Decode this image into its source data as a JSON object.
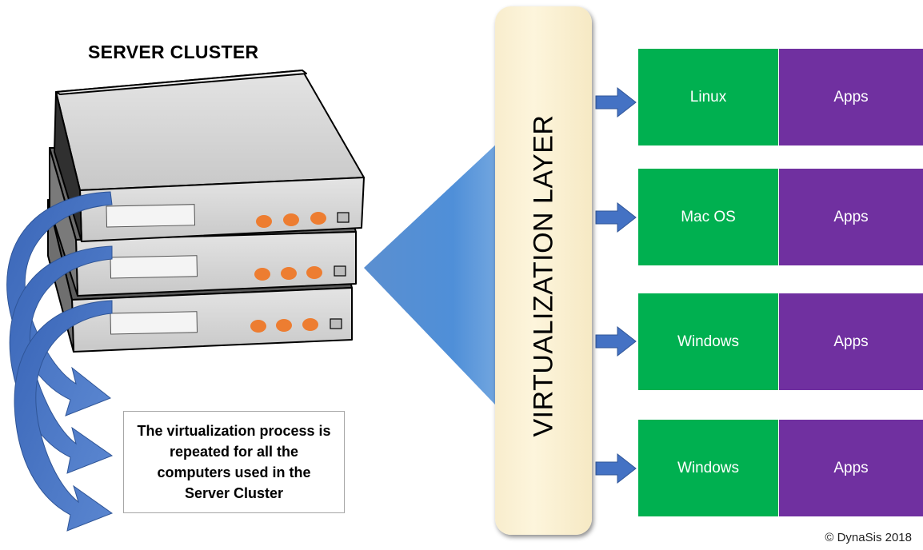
{
  "diagram": {
    "title": "SERVER CLUSTER",
    "virtualization_layer_label": "VIRTUALIZATION LAYER",
    "vms": [
      {
        "os": "Linux",
        "apps": "Apps"
      },
      {
        "os": "Mac OS",
        "apps": "Apps"
      },
      {
        "os": "Windows",
        "apps": "Apps"
      },
      {
        "os": "Windows",
        "apps": "Apps"
      }
    ],
    "note": "The virtualization process is repeated for all the computers used in the Server Cluster",
    "copyright": "© DynaSis 2018"
  },
  "colors": {
    "os_green": "#00b050",
    "apps_purple": "#7030a0",
    "arrow_blue": "#4472c4",
    "server_gray": "#d0d0d0",
    "led_orange": "#ed7d31",
    "layer_cream": "#fdf3d6"
  },
  "icons": [
    "server-icon",
    "arrow-right-icon",
    "curved-arrow-icon",
    "triangle-beam-icon"
  ]
}
